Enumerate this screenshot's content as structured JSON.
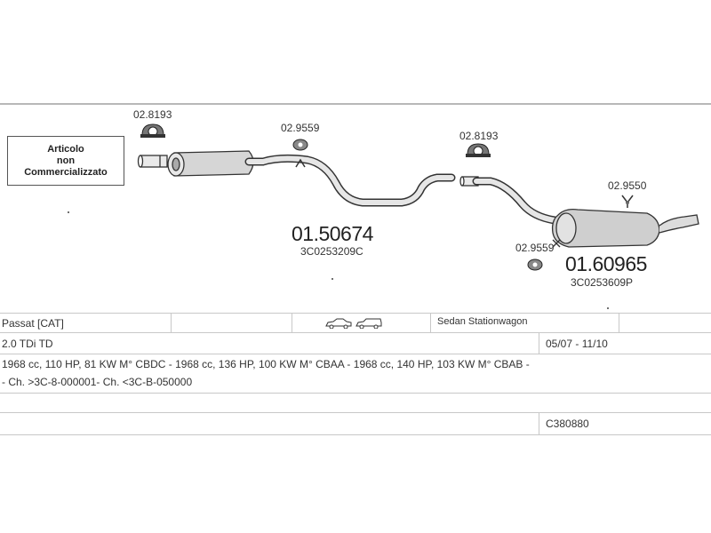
{
  "notice": {
    "line1": "Articolo",
    "line2": "non",
    "line3": "Commercializzato"
  },
  "parts": {
    "clamp_front": "02.8193",
    "hanger_front": "02.9559",
    "clamp_rear": "02.8193",
    "hanger_rear_top": "02.9550",
    "hanger_rear_low": "02.9559",
    "front_pipe_code": "01.50674",
    "front_pipe_oem": "3C0253209C",
    "rear_muffler_code": "01.60965",
    "rear_muffler_oem": "3C0253609P"
  },
  "table": {
    "model": "Passat  [CAT]",
    "body_types": "Sedan Stationwagon",
    "body_icons": [
      "sedan-car-icon",
      "station-wagon-icon"
    ],
    "engine": "2.0 TDi TD",
    "years": "05/07 - 11/10",
    "specs": "1968 cc, 110 HP, 81 KW M° CBDC - 1968 cc, 136 HP, 100 KW M° CBAA - 1968 cc, 140 HP, 103 KW M° CBAB -",
    "chassis": "- Ch. >3C-8-000001- Ch. <3C-B-050000",
    "ref": "C380880"
  }
}
